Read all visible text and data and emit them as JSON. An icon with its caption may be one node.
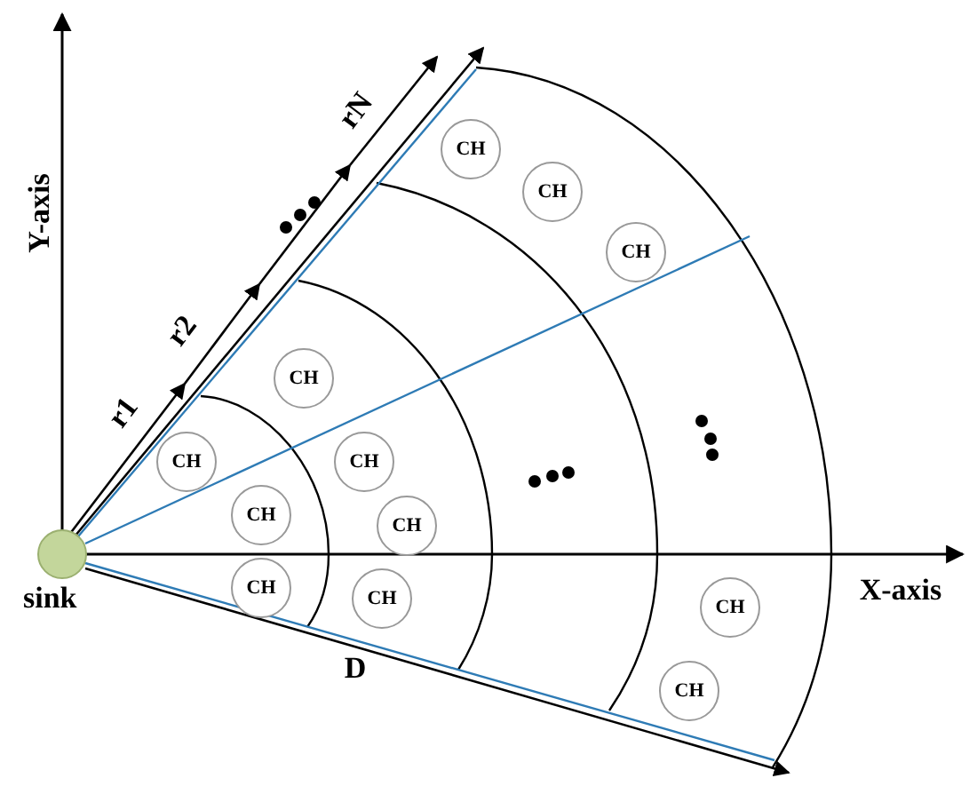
{
  "diagram": {
    "nodes": [
      {
        "text": [],
        "shape": "circle",
        "beside": [
          "sink"
        ]
      },
      {
        "text": [
          "CH"
        ]
      },
      {
        "text": [
          "CH"
        ]
      },
      {
        "text": [
          "CH"
        ]
      },
      {
        "text": [
          "CH"
        ]
      },
      {
        "text": [
          "CH"
        ]
      },
      {
        "text": [
          "CH"
        ]
      },
      {
        "text": [
          "CH"
        ]
      },
      {
        "text": [
          "CH"
        ]
      },
      {
        "text": [
          "CH"
        ]
      },
      {
        "text": [
          "CH"
        ]
      },
      {
        "text": [
          "CH"
        ]
      },
      {
        "text": [
          "CH"
        ]
      }
    ],
    "labels": [
      "rN",
      "Y-axis",
      "r2",
      "r1",
      "X-axis",
      "D"
    ]
  }
}
